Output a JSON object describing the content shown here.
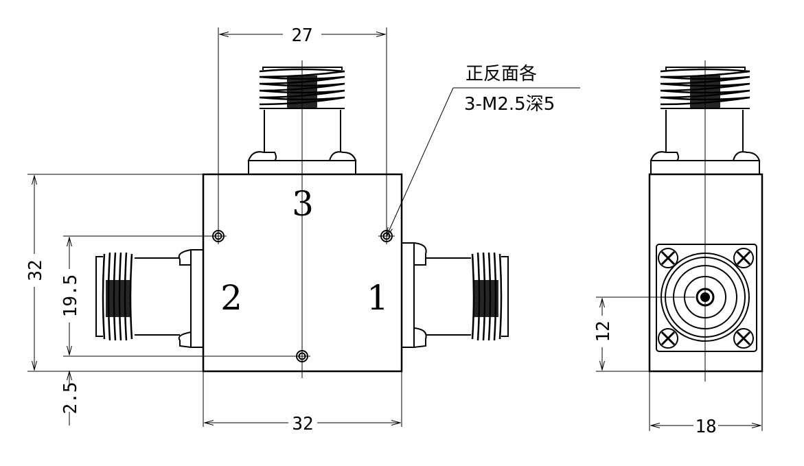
{
  "drawing": {
    "type": "engineering-drawing",
    "subject": "coaxial circulator / isolator",
    "views": [
      "front",
      "side"
    ]
  },
  "dimensions": {
    "top_width": "27",
    "body_height": "32",
    "hole_spacing": "19.5",
    "hole_offset": "2.5",
    "body_width": "32",
    "side_height": "12",
    "side_width": "18"
  },
  "ports": {
    "p1": "1",
    "p2": "2",
    "p3": "3"
  },
  "note": {
    "line1": "正反面各",
    "line2": "3-M2.5深5"
  }
}
